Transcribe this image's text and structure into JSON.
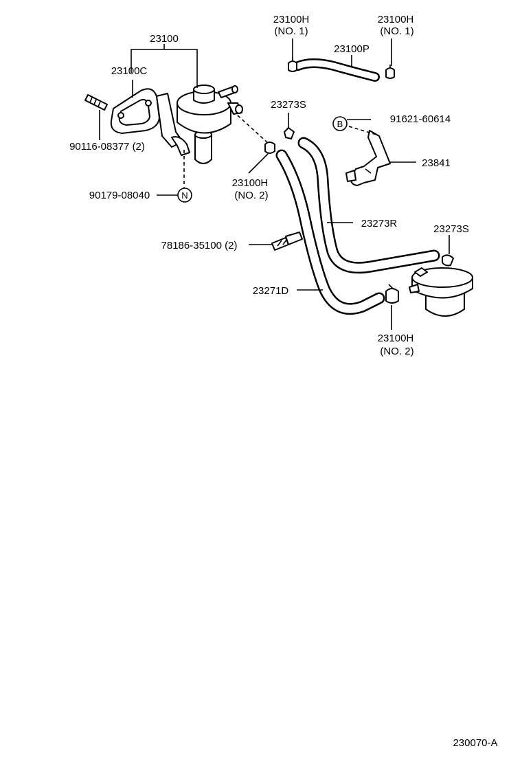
{
  "labels": {
    "pump": "23100",
    "gasket": "23100C",
    "stud": "90116-08377 (2)",
    "nut": "90179-08040",
    "nut_symbol": "N",
    "clamp_no1_left": "23100H",
    "clamp_no1_left_sub": "(NO. 1)",
    "clamp_no1_right": "23100H",
    "clamp_no1_right_sub": "(NO. 1)",
    "hose_p": "23100P",
    "clamp_s_top": "23273S",
    "bolt_b": "91621-60614",
    "bolt_symbol": "B",
    "bracket": "23841",
    "clamp_no2_upper": "23100H",
    "clamp_no2_upper_sub": "(NO. 2)",
    "hose_r": "23273R",
    "clamp_s_right": "23273S",
    "clip": "78186-35100 (2)",
    "hose_d": "23271D",
    "clamp_no2_lower": "23100H",
    "clamp_no2_lower_sub": "(NO. 2)",
    "figure_id": "230070-A"
  }
}
